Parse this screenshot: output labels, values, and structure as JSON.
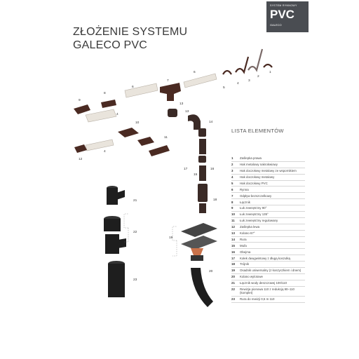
{
  "badge": {
    "line1": "SYSTEM RYNNOWY",
    "line2": "PVC",
    "line3": "GALECO"
  },
  "title": {
    "line1": "ZŁOŻENIE SYSTEMU",
    "line2": "GALECO PVC"
  },
  "list_title": "LISTA ELEMENTÓW",
  "items": [
    {
      "n": "1",
      "label": "Zaślepka prawa"
    },
    {
      "n": "2",
      "label": "Hak metalowy nakrokwiowy"
    },
    {
      "n": "3",
      "label": "Hak doczołowy metalowy ze wspornikiem"
    },
    {
      "n": "4",
      "label": "Hak doczołowy metalowy"
    },
    {
      "n": "5",
      "label": "Hak doczołowy PVC"
    },
    {
      "n": "6",
      "label": "Rynna"
    },
    {
      "n": "7",
      "label": "Odpływ bezszczelkowy"
    },
    {
      "n": "8",
      "label": "Łącznik"
    },
    {
      "n": "9",
      "label": "Łuk zewnętrzny 90°"
    },
    {
      "n": "10",
      "label": "Łuk zewnętrzny 135°"
    },
    {
      "n": "11",
      "label": "Łuk zewnętrzny regulowany"
    },
    {
      "n": "12",
      "label": "Zaślepka lewa"
    },
    {
      "n": "13",
      "label": "Kolano 67°"
    },
    {
      "n": "14",
      "label": "Rura"
    },
    {
      "n": "15",
      "label": "Mufa"
    },
    {
      "n": "16",
      "label": "Obejma"
    },
    {
      "n": "17",
      "label": "Kołek dwugwintowy z długą koszulką"
    },
    {
      "n": "18",
      "label": "Trójnik"
    },
    {
      "n": "19",
      "label": "Osadnik uniwersalny (z koszyczkiem i dnem)"
    },
    {
      "n": "20",
      "label": "Kolano wylotowe"
    },
    {
      "n": "21",
      "label": "Łącznik wody deszczowej 100/110"
    },
    {
      "n": "22",
      "label": "Rewizja pionowa 110 z redukcją 90–110 (komplet)"
    },
    {
      "n": "23",
      "label": "Rura do rewizji 0,5 m 110"
    }
  ],
  "callouts": {
    "c1": "1",
    "c2": "2",
    "c3": "3",
    "c4": "4",
    "c5": "5",
    "c6a": "6",
    "c6b": "6",
    "c7": "7",
    "c8": "8",
    "c9": "9",
    "c4b": "4",
    "c10": "10",
    "c11": "11",
    "c4c": "4",
    "c12": "12",
    "c13": "13",
    "c13b": "13",
    "c14": "14",
    "c15": "15",
    "c16": "16",
    "c17": "17",
    "c18": "18",
    "c19": "19",
    "c20": "20",
    "c21": "21",
    "c22": "22",
    "c23": "23"
  },
  "colors": {
    "gutter": "#4a2a22",
    "gutter_light": "#e9e4dc",
    "badge": "#4a4d52",
    "pipe": "#1e1e1e",
    "basket": "#c9724a"
  }
}
